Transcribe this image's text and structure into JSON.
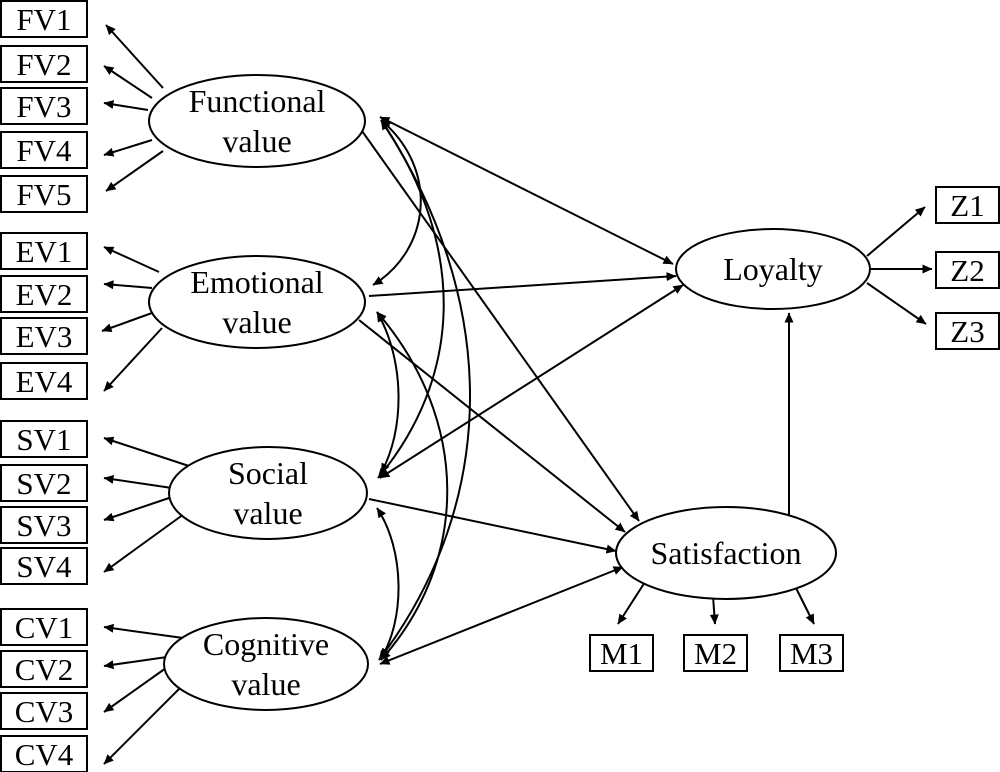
{
  "latent": [
    {
      "id": "functional",
      "lines": [
        "Functional",
        "value"
      ]
    },
    {
      "id": "emotional",
      "lines": [
        "Emotional",
        "value"
      ]
    },
    {
      "id": "social",
      "lines": [
        "Social",
        "value"
      ]
    },
    {
      "id": "cognitive",
      "lines": [
        "Cognitive",
        "value"
      ]
    },
    {
      "id": "loyalty",
      "lines": [
        "Loyalty"
      ]
    },
    {
      "id": "satisfaction",
      "lines": [
        "Satisfaction"
      ]
    }
  ],
  "indicators": {
    "functional": [
      "FV1",
      "FV2",
      "FV3",
      "FV4",
      "FV5"
    ],
    "emotional": [
      "EV1",
      "EV2",
      "EV3",
      "EV4"
    ],
    "social": [
      "SV1",
      "SV2",
      "SV3",
      "SV4"
    ],
    "cognitive": [
      "CV1",
      "CV2",
      "CV3",
      "CV4"
    ],
    "loyalty": [
      "Z1",
      "Z2",
      "Z3"
    ],
    "satisfaction": [
      "M1",
      "M2",
      "M3"
    ]
  },
  "paths": [
    {
      "from": "functional",
      "to": "loyalty",
      "two_headed": true
    },
    {
      "from": "functional",
      "to": "satisfaction",
      "two_headed": false
    },
    {
      "from": "emotional",
      "to": "loyalty",
      "two_headed": false
    },
    {
      "from": "emotional",
      "to": "satisfaction",
      "two_headed": false
    },
    {
      "from": "social",
      "to": "loyalty",
      "two_headed": true
    },
    {
      "from": "social",
      "to": "satisfaction",
      "two_headed": false
    },
    {
      "from": "cognitive",
      "to": "satisfaction",
      "two_headed": true
    },
    {
      "from": "satisfaction",
      "to": "loyalty",
      "two_headed": false
    }
  ],
  "covariances": [
    [
      "functional",
      "emotional"
    ],
    [
      "functional",
      "social"
    ],
    [
      "functional",
      "cognitive"
    ],
    [
      "emotional",
      "social"
    ],
    [
      "emotional",
      "cognitive"
    ],
    [
      "social",
      "cognitive"
    ]
  ]
}
